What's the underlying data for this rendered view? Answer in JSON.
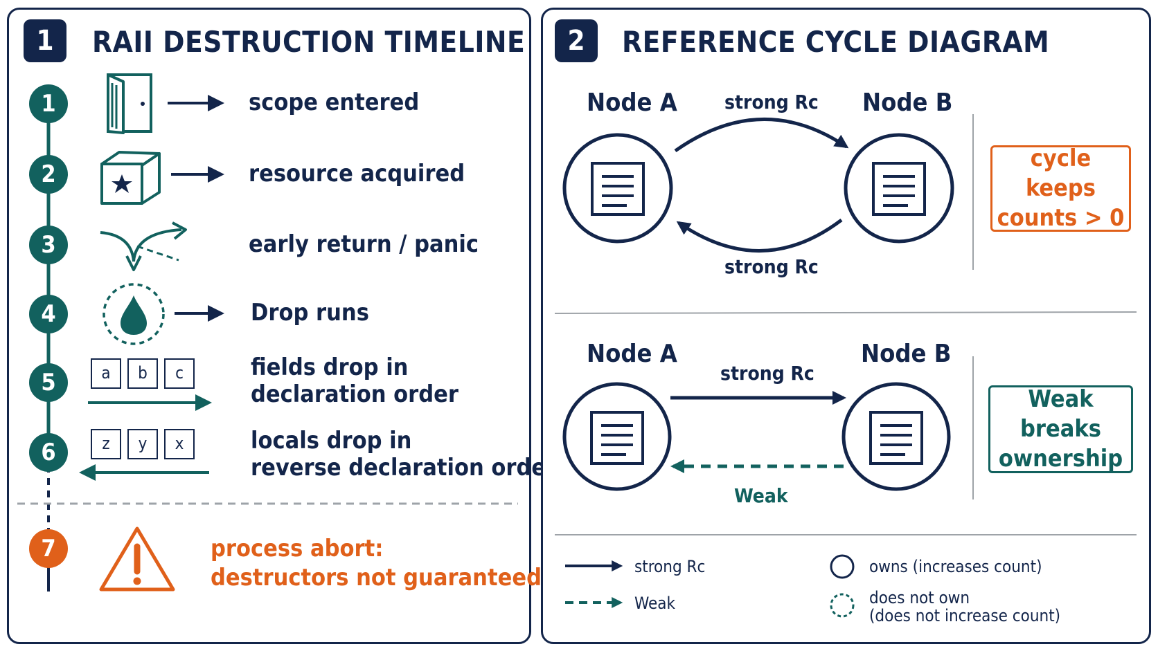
{
  "colors": {
    "navy": "#13254a",
    "teal": "#12615e",
    "orange": "#e0601a",
    "gray": "#9ea3a8"
  },
  "panel1": {
    "number": "1",
    "title": "RAII DESTRUCTION TIMELINE",
    "steps": [
      {
        "num": "1",
        "icon": "door-icon",
        "label": "scope entered"
      },
      {
        "num": "2",
        "icon": "box-star-icon",
        "label": "resource acquired"
      },
      {
        "num": "3",
        "icon": "branch-arrow-icon",
        "label": "early return / panic"
      },
      {
        "num": "4",
        "icon": "drop-icon",
        "label": "Drop runs"
      },
      {
        "num": "5",
        "icon": "fields-order-icon",
        "label_line1": "fields drop in",
        "label_line2": "declaration order",
        "boxes": [
          "a",
          "b",
          "c"
        ]
      },
      {
        "num": "6",
        "icon": "locals-order-icon",
        "label_line1": "locals drop in",
        "label_line2": "reverse declaration order",
        "boxes": [
          "z",
          "y",
          "x"
        ]
      },
      {
        "num": "7",
        "icon": "warning-icon",
        "label_line1": "process abort:",
        "label_line2": "destructors not guaranteed"
      }
    ]
  },
  "panel2": {
    "number": "2",
    "title": "REFERENCE CYCLE DIAGRAM",
    "top": {
      "node_a": "Node A",
      "node_b": "Node B",
      "edge_top": "strong Rc",
      "edge_bottom": "strong Rc",
      "callout_line1": "cycle keeps",
      "callout_line2": "counts > 0"
    },
    "bottom": {
      "node_a": "Node A",
      "node_b": "Node B",
      "edge_top": "strong Rc",
      "edge_bottom": "Weak",
      "callout_line1": "Weak breaks",
      "callout_line2": "ownership"
    },
    "legend": {
      "strong": "strong Rc",
      "weak": "Weak",
      "owns": "owns (increases count)",
      "not_own_line1": "does not own",
      "not_own_line2": "(does not increase count)"
    }
  }
}
